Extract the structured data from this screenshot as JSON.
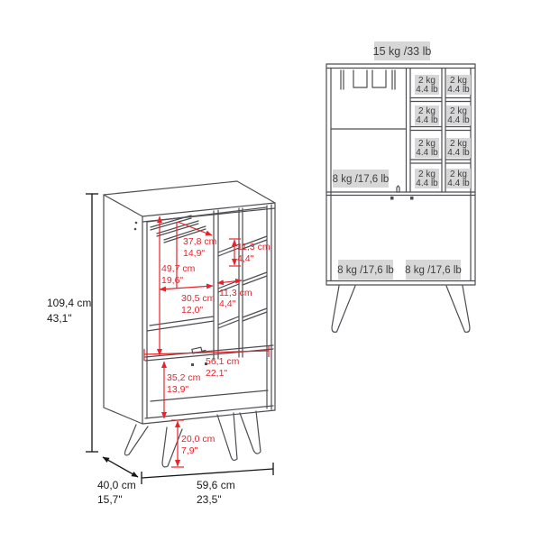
{
  "diagram": {
    "kind": "bar cabinet dimension and weight-capacity diagram",
    "colors": {
      "structure_line": "#4d4e52",
      "dimension_red": "#e8232a",
      "dimension_black": "#1a1a1a",
      "badge_bg": "#d7d7d7",
      "badge_text": "#3e3e40"
    }
  },
  "dims": {
    "height": {
      "cm": "109,4 cm",
      "inch": "43,1\""
    },
    "width": {
      "cm": "59,6 cm",
      "inch": "23,5\""
    },
    "depth": {
      "cm": "40,0 cm",
      "inch": "15,7\""
    },
    "rail_length": {
      "cm": "37,8 cm",
      "inch": "14,9\""
    },
    "upper_height": {
      "cm": "49,7 cm",
      "inch": "19,6\""
    },
    "cubby_height": {
      "cm": "11,3 cm",
      "inch": "4,4\""
    },
    "shelf_width": {
      "cm": "30,5 cm",
      "inch": "12,0\""
    },
    "cubby_width": {
      "cm": "11,3 cm",
      "inch": "4,4\""
    },
    "inner_width": {
      "cm": "56,1 cm",
      "inch": "22,1\""
    },
    "lower_height": {
      "cm": "35,2 cm",
      "inch": "13,9\""
    },
    "leg_height": {
      "cm": "20,0 cm",
      "inch": "7,9\""
    }
  },
  "capacities": {
    "top": "15 kg /33 lb",
    "shelf": "8 kg /17,6 lb",
    "door_left": "8 kg /17,6 lb",
    "door_right": "8 kg /17,6 lb",
    "cubby_kg": "2 kg",
    "cubby_lb": "4.4 lb"
  }
}
